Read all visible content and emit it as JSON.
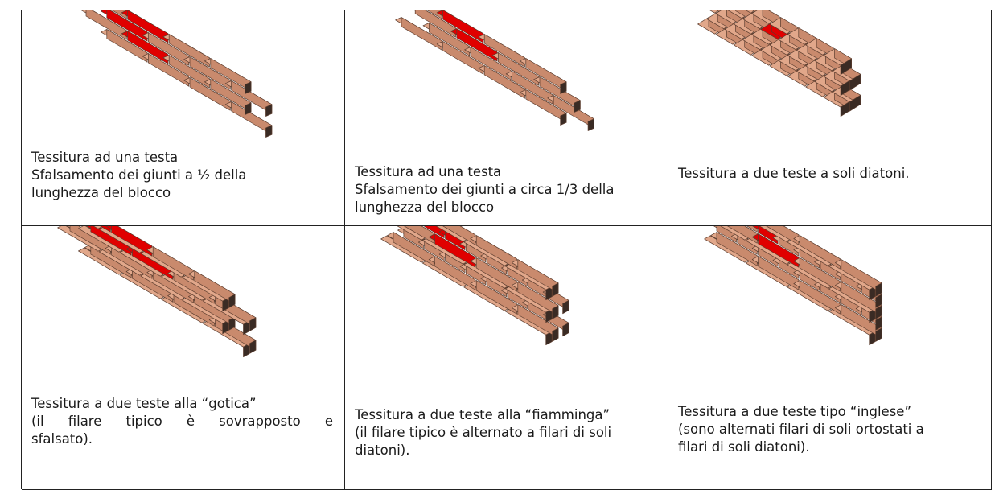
{
  "colors": {
    "brick_top": "#e1a78a",
    "brick_front": "#c98a6d",
    "brick_side": "#3a2b24",
    "highlight": "#e00000",
    "border": "#222222"
  },
  "cells": [
    {
      "lines": [
        "Tessitura ad una testa",
        "Sfalsamento dei giunti a ½ della",
        "lunghezza del blocco"
      ]
    },
    {
      "lines": [
        "Tessitura ad una testa",
        "Sfalsamento dei giunti a circa 1/3 della",
        "lunghezza del blocco"
      ]
    },
    {
      "lines": [
        "Tessitura a due teste a soli diatoni."
      ]
    },
    {
      "lines": [
        "Tessitura a due teste alla “gotica”",
        "(il filare tipico è sovrapposto e",
        "sfalsato)."
      ]
    },
    {
      "lines": [
        "Tessitura a due teste alla “fiamminga”",
        "(il filare tipico è alternato a filari di soli",
        "diatoni)."
      ]
    },
    {
      "lines": [
        "Tessitura a due teste tipo “inglese”",
        "(sono alternati filari di soli ortostati a",
        "filari di soli diatoni)."
      ]
    }
  ]
}
